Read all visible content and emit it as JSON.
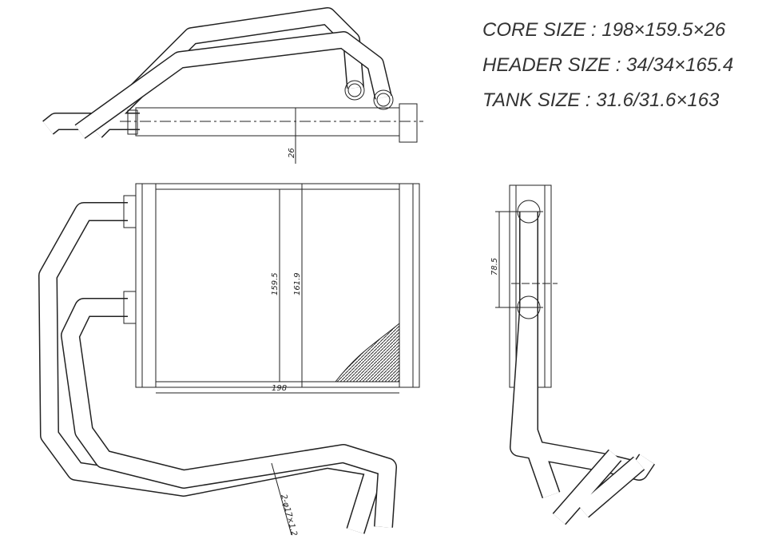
{
  "specs": {
    "core": "CORE SIZE : 198×159.5×26",
    "header": "HEADER SIZE : 34/34×165.4",
    "tank": "TANK SIZE : 31.6/31.6×163"
  },
  "dimensions": {
    "thickness": "26",
    "core_height": "159.5",
    "overall_height": "161.9",
    "core_width": "198",
    "pipe_spacing": "78.5",
    "pipe_spec": "2-φ17×1.2"
  },
  "colors": {
    "line": "#222222",
    "background": "#ffffff"
  }
}
